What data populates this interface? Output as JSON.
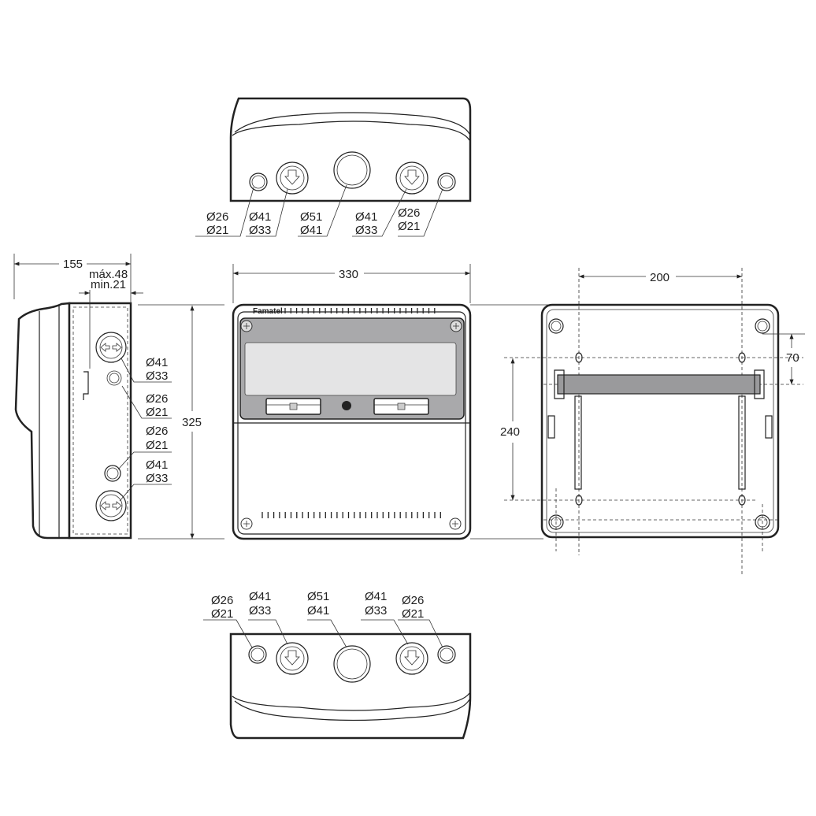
{
  "top_view": {
    "labels": [
      {
        "outer": "Ø26",
        "inner": "Ø21"
      },
      {
        "outer": "Ø41",
        "inner": "Ø33"
      },
      {
        "outer": "Ø51",
        "inner": "Ø41"
      },
      {
        "outer": "Ø41",
        "inner": "Ø33"
      },
      {
        "outer": "Ø26",
        "inner": "Ø21"
      }
    ]
  },
  "bottom_view": {
    "labels": [
      {
        "outer": "Ø26",
        "inner": "Ø21"
      },
      {
        "outer": "Ø41",
        "inner": "Ø33"
      },
      {
        "outer": "Ø51",
        "inner": "Ø41"
      },
      {
        "outer": "Ø41",
        "inner": "Ø33"
      },
      {
        "outer": "Ø26",
        "inner": "Ø21"
      }
    ]
  },
  "side_view": {
    "depth": "155",
    "rail_max": "máx.48",
    "rail_min": "min.21",
    "height": "325",
    "labels": [
      {
        "outer": "Ø41",
        "inner": "Ø33"
      },
      {
        "outer": "Ø26",
        "inner": "Ø21"
      },
      {
        "outer": "Ø26",
        "inner": "Ø21"
      },
      {
        "outer": "Ø41",
        "inner": "Ø33"
      }
    ]
  },
  "front_view": {
    "width": "330",
    "brand": "Famatel"
  },
  "rear_view": {
    "hole_spacing_h": "200",
    "offset": "70",
    "hole_spacing_v": "240"
  },
  "colors": {
    "panel": "#a9a9ab",
    "screen": "#e4e4e5",
    "rail": "#9a9a9c"
  }
}
